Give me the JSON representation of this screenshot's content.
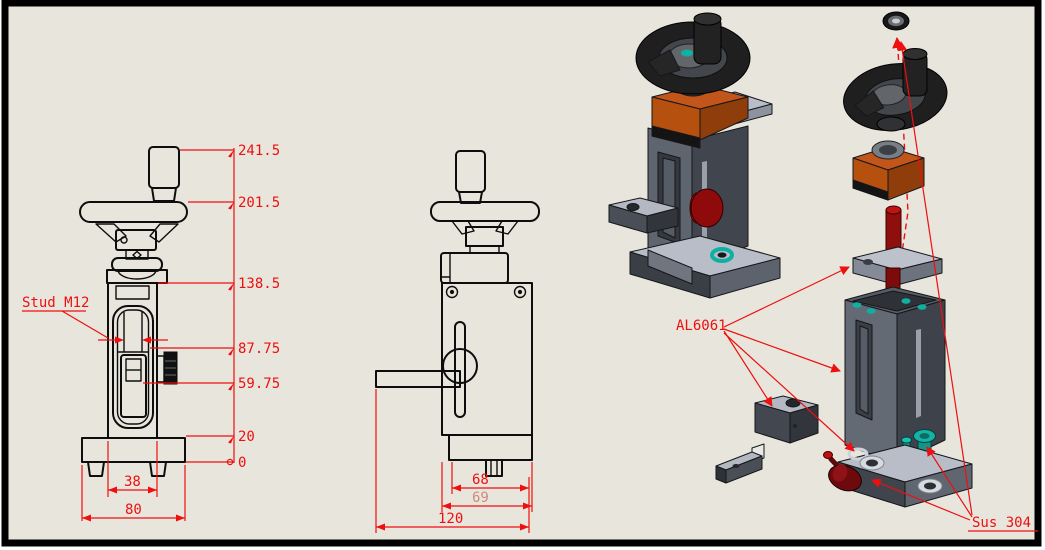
{
  "drawing": {
    "background": "#e8e6dc",
    "frame_color": "#000000",
    "front_view": {
      "stud_label": "Stud M12",
      "ordinate_dims": [
        {
          "value": "241.5"
        },
        {
          "value": "201.5"
        },
        {
          "value": "138.5"
        },
        {
          "value": "87.75"
        },
        {
          "value": "59.75"
        },
        {
          "value": "20"
        },
        {
          "value": "0"
        }
      ],
      "width_dims": [
        {
          "value": "38"
        },
        {
          "value": "80"
        }
      ]
    },
    "side_view": {
      "width_dims": [
        {
          "value": "68"
        },
        {
          "value": "69"
        },
        {
          "value": "120"
        }
      ]
    },
    "exploded_view": {
      "material_labels": [
        {
          "text": "AL6061"
        },
        {
          "text": "Sus 304"
        }
      ]
    },
    "colors": {
      "dimension_red": "#ee0f0f",
      "wheel_black": "#1f1f1f",
      "gearbox_orange": "#b5500f",
      "gearbox_orange_dark": "#8f3d0a",
      "body_gray_dark": "#41454d",
      "body_gray_light": "#5f656e",
      "plate_gray": "#b8bdc7",
      "screw_teal": "#0fb0a4",
      "knob_red": "#8f0b0b",
      "knob_dark_red": "#6e0a0e",
      "leadscrew_red": "#8f0e0e"
    }
  }
}
